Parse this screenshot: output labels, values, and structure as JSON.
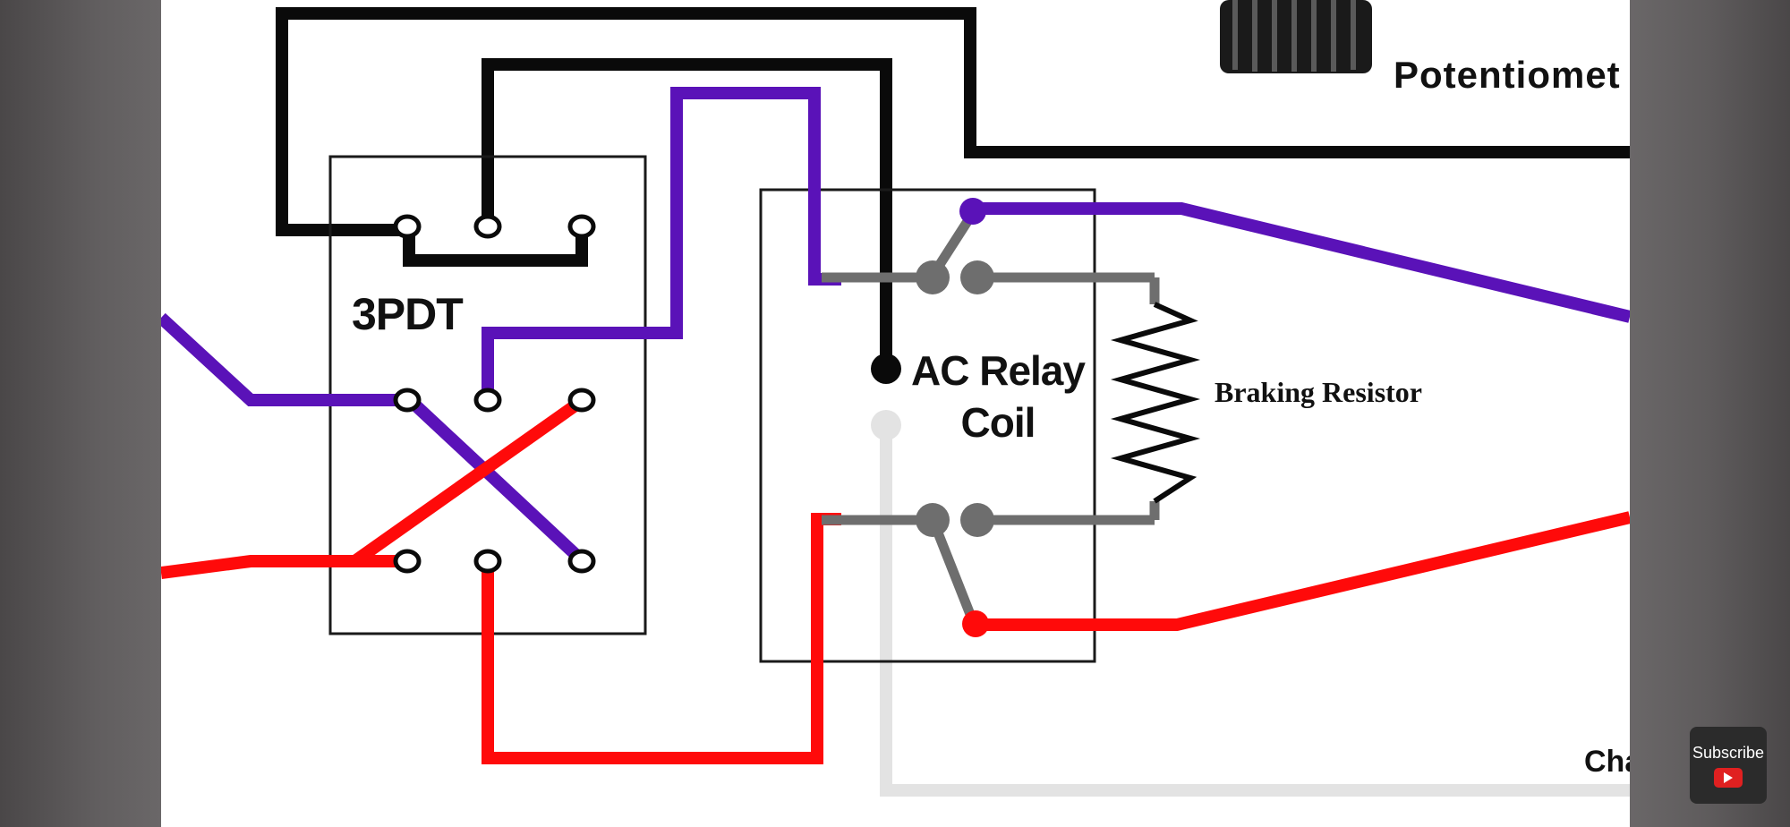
{
  "labels": {
    "switch": "3PDT",
    "relay_line1": "AC Relay",
    "relay_line2": "Coil",
    "resistor": "Braking Resistor",
    "pot": "Potentiomet",
    "cha": "Cha"
  },
  "subscribe": {
    "label": "Subscribe"
  },
  "colors": {
    "purple": "#5a12b8",
    "red": "#ff0a0a",
    "black": "#0a0a0a",
    "gray": "#6e6e6e",
    "light_gray": "#e3e3e3"
  },
  "icons": [
    "youtube-play-icon",
    "potentiometer-knob-icon",
    "resistor-zigzag-icon"
  ]
}
